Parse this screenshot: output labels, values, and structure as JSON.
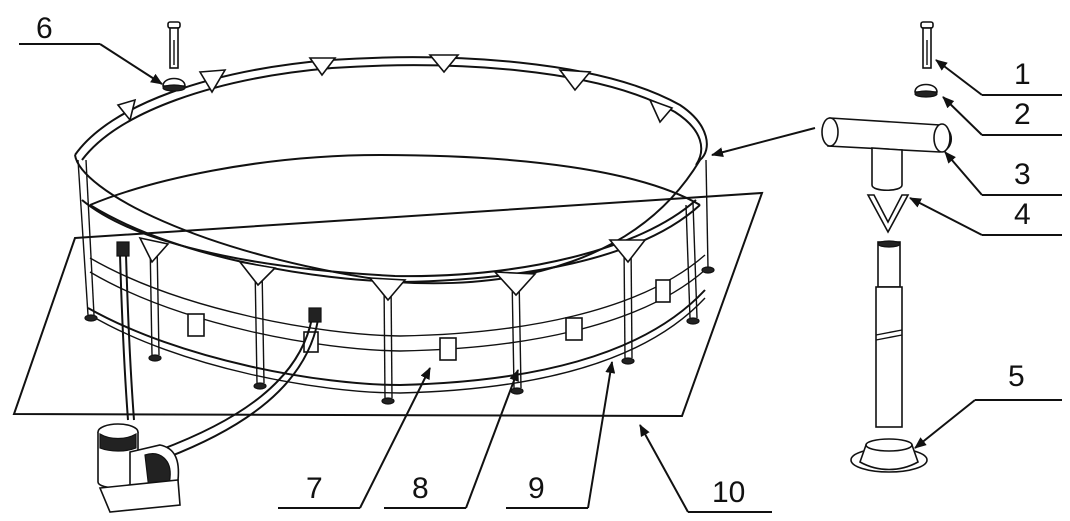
{
  "callouts": [
    {
      "id": "1",
      "label": "1"
    },
    {
      "id": "2",
      "label": "2"
    },
    {
      "id": "3",
      "label": "3"
    },
    {
      "id": "4",
      "label": "4"
    },
    {
      "id": "5",
      "label": "5"
    },
    {
      "id": "6",
      "label": "6"
    },
    {
      "id": "7",
      "label": "7"
    },
    {
      "id": "8",
      "label": "8"
    },
    {
      "id": "9",
      "label": "9"
    },
    {
      "id": "10",
      "label": "10"
    }
  ],
  "colors": {
    "ink": "#111111",
    "background": "#ffffff"
  }
}
